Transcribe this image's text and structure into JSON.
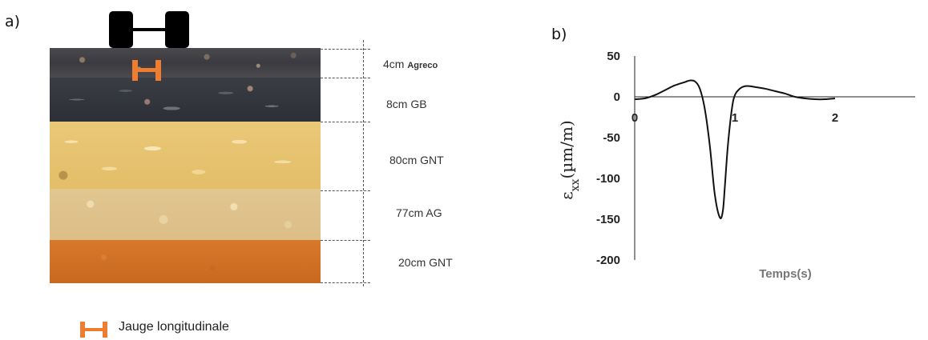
{
  "panel_a": {
    "label": "a)",
    "layers": [
      {
        "thickness": "4cm",
        "material": "Agreco"
      },
      {
        "thickness": "8cm",
        "material": "GB"
      },
      {
        "thickness": "80cm",
        "material": "GNT"
      },
      {
        "thickness": "77cm",
        "material": "AG"
      },
      {
        "thickness": "20cm",
        "material": "GNT"
      }
    ],
    "legend": {
      "label": "Jauge longitudinale",
      "icon": "strain-gauge-icon",
      "color": "#ed7d31"
    }
  },
  "panel_b": {
    "label": "b)"
  },
  "chart_data": {
    "type": "line",
    "title": "",
    "xlabel": "Temps(s)",
    "ylabel": "εxx(µm/m)",
    "ylabel_main": "ε",
    "ylabel_sub": "xx",
    "ylabel_unit": "(µm/m)",
    "xlim": [
      0,
      2.8
    ],
    "ylim": [
      -200,
      50
    ],
    "x_ticks": [
      "0",
      "1",
      "2"
    ],
    "y_ticks": [
      "50",
      "0",
      "-50",
      "-100",
      "-150",
      "-200"
    ],
    "grid": false,
    "series": [
      {
        "color": "#111111",
        "x": [
          0,
          0.1,
          0.2,
          0.3,
          0.4,
          0.5,
          0.55,
          0.6,
          0.65,
          0.7,
          0.75,
          0.8,
          0.85,
          0.88,
          0.9,
          0.93,
          0.97,
          1.0,
          1.05,
          1.1,
          1.15,
          1.2,
          1.3,
          1.4,
          1.5,
          1.6,
          1.7,
          1.8,
          1.9,
          2.0
        ],
        "y": [
          -3,
          -2,
          2,
          8,
          14,
          18,
          20,
          19,
          10,
          -15,
          -60,
          -120,
          -148,
          -140,
          -110,
          -60,
          -15,
          2,
          10,
          13,
          13,
          12,
          10,
          7,
          4,
          0,
          -2,
          -3,
          -3,
          -2
        ]
      }
    ]
  }
}
